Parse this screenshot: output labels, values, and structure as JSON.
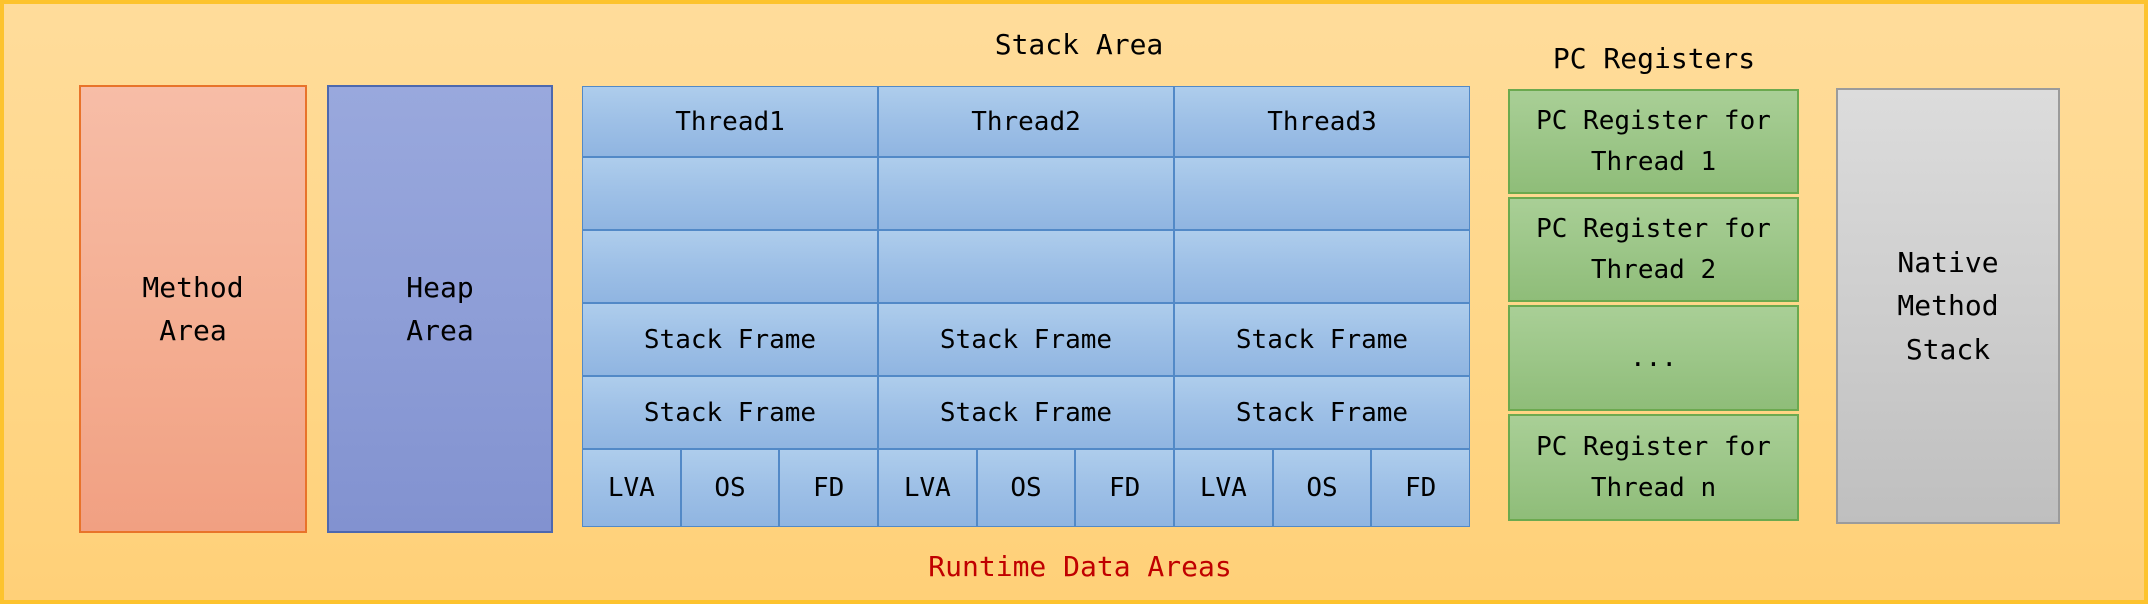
{
  "footer": {
    "title": "Runtime Data Areas"
  },
  "method_area": {
    "line1": "Method",
    "line2": "Area"
  },
  "heap_area": {
    "line1": "Heap",
    "line2": "Area"
  },
  "stack_area": {
    "title": "Stack Area",
    "thread_headers": [
      "Thread1",
      "Thread2",
      "Thread3"
    ],
    "stack_frame_label": "Stack Frame",
    "frame_sections": [
      "LVA",
      "OS",
      "FD"
    ]
  },
  "pc_registers": {
    "title": "PC Registers",
    "boxes": [
      "PC Register for Thread 1",
      "PC Register for Thread 2",
      "...",
      "PC Register for Thread n"
    ]
  },
  "native_method_stack": {
    "line1": "Native",
    "line2": "Method",
    "line3": "Stack"
  },
  "colors": {
    "canvas_border": "#fdc32e",
    "background_top": "#ffdc9b",
    "background_bottom": "#ffd078",
    "method_area_fill": "#f4ae92",
    "method_area_border": "#e8732a",
    "heap_area_fill": "#8e9ed7",
    "heap_area_border": "#4d68ae",
    "stack_cell_fill": "#9fc1e7",
    "stack_cell_border": "#5289c7",
    "pc_register_fill": "#9cc688",
    "pc_register_border": "#6ba94f",
    "native_stack_fill": "#cecece",
    "native_stack_border": "#9b9b9b",
    "footer_text": "#c00000",
    "label_text": "#000000"
  }
}
